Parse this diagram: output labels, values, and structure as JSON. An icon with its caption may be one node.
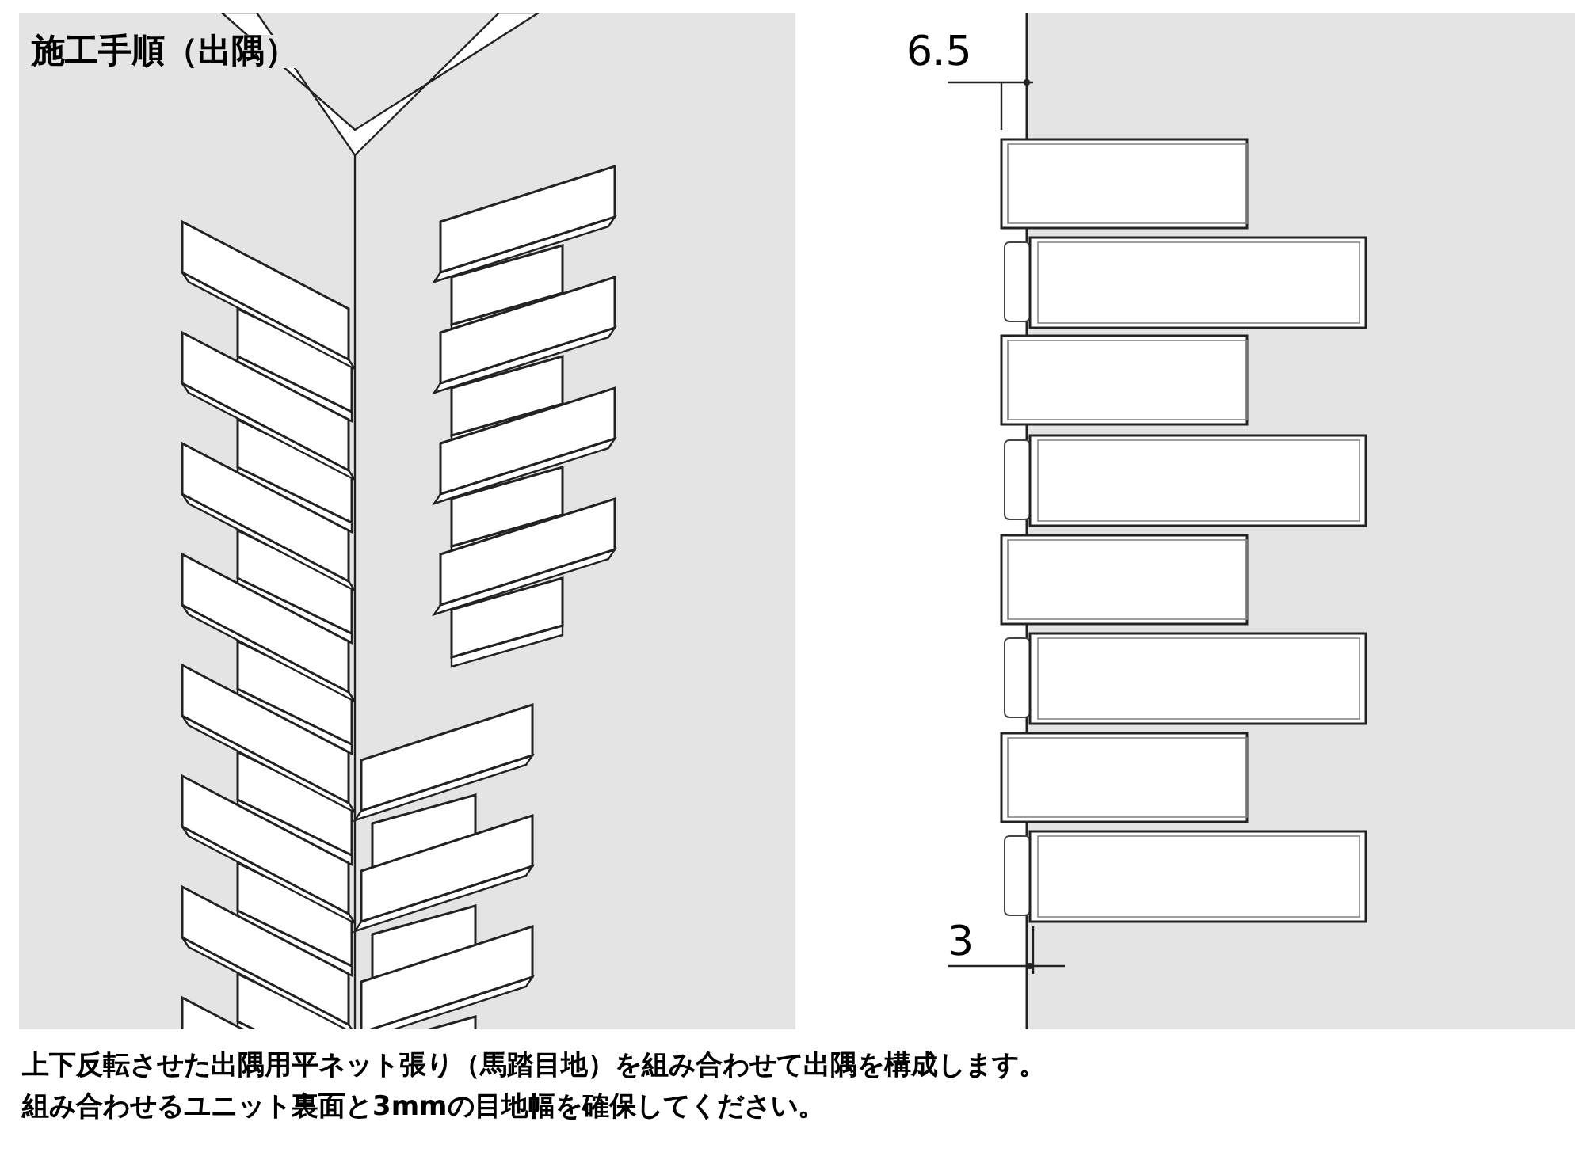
{
  "diagram": {
    "title": "施工手順（出隅）",
    "caption": "上下反転させた出隅用平ネット張り（馬踏目地）を組み合わせて出隅を構成します。組み合わせるユニット裏面と3mmの目地幅を確保してください。",
    "labels": [
      "6.5",
      "3"
    ]
  }
}
